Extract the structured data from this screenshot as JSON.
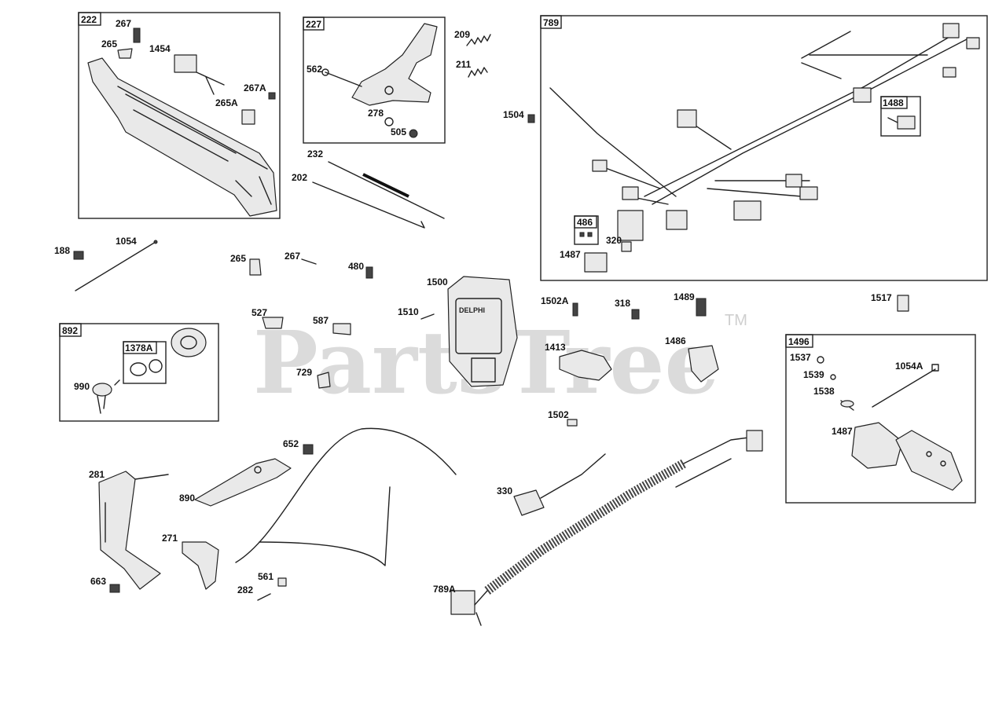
{
  "watermark": {
    "brand": "PartsTree",
    "trademark": "TM"
  },
  "boxes": {
    "b222": "222",
    "b227": "227",
    "b789": "789",
    "b1488": "1488",
    "b486": "486",
    "b892": "892",
    "b1378A": "1378A",
    "b1496": "1496"
  },
  "callouts": {
    "c267a": "267",
    "c265a": "265",
    "c1454": "1454",
    "c267A": "267A",
    "c265A": "265A",
    "c562": "562",
    "c278": "278",
    "c505": "505",
    "c209": "209",
    "c211": "211",
    "c232": "232",
    "c202": "202",
    "c1504": "1504",
    "c320": "320",
    "c1487a": "1487",
    "c188": "188",
    "c1054": "1054",
    "c265b": "265",
    "c267b": "267",
    "c480": "480",
    "c1500": "1500",
    "c1510": "1510",
    "c1502A": "1502A",
    "c318": "318",
    "c1489": "1489",
    "c1517": "1517",
    "c527": "527",
    "c587": "587",
    "c729": "729",
    "c1413": "1413",
    "c1486": "1486",
    "c990": "990",
    "c1537": "1537",
    "c1539": "1539",
    "c1538": "1538",
    "c1054A": "1054A",
    "c1487b": "1487",
    "c1502": "1502",
    "c652": "652",
    "c281": "281",
    "c890": "890",
    "c330": "330",
    "c271": "271",
    "c663": "663",
    "c561": "561",
    "c282": "282",
    "c789A": "789A"
  },
  "ecu_brand": "DELPHI"
}
